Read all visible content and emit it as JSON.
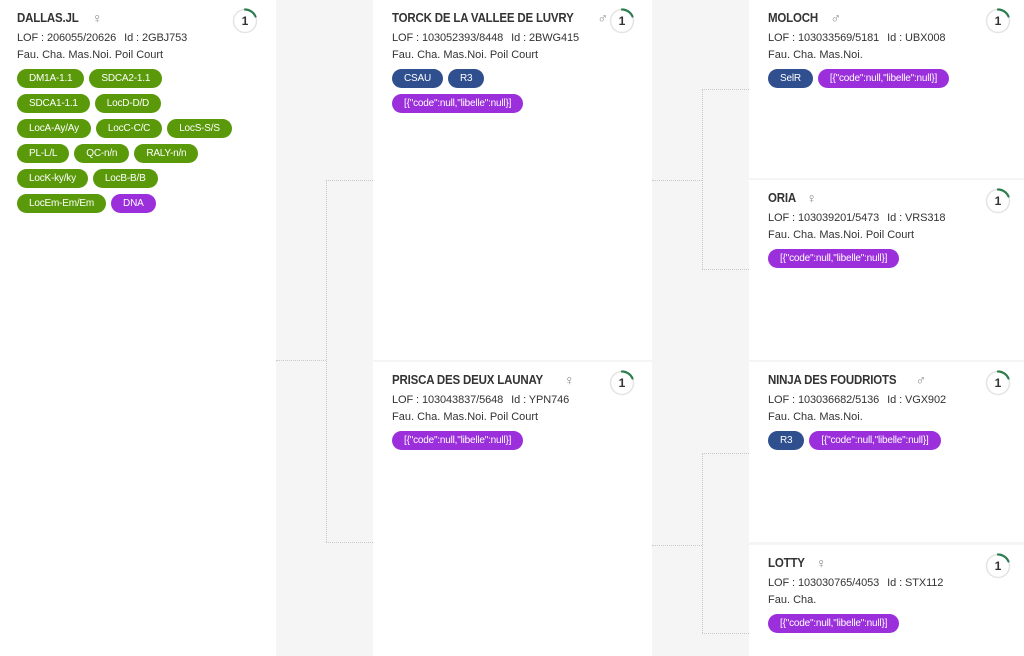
{
  "gauge_color": "#2e7d4f",
  "tag_colors": {
    "green": "#5a9a0a",
    "blue": "#2f4f8f",
    "purple": "#9b2fdc"
  },
  "cards": {
    "dog": {
      "name": "DALLAS.JL",
      "sex": "♀",
      "score": "1",
      "lof": "LOF : 206055/20626",
      "id": "Id : 2GBJ753",
      "desc": "Fau. Cha. Mas.Noi. Poil Court",
      "tags": [
        {
          "label": "DM1A-1.1",
          "color": "green"
        },
        {
          "label": "SDCA2-1.1",
          "color": "green"
        },
        {
          "label": "SDCA1-1.1",
          "color": "green"
        },
        {
          "label": "LocD-D/D",
          "color": "green"
        },
        {
          "label": "LocA-Ay/Ay",
          "color": "green"
        },
        {
          "label": "LocC-C/C",
          "color": "green"
        },
        {
          "label": "LocS-S/S",
          "color": "green"
        },
        {
          "label": "PL-L/L",
          "color": "green"
        },
        {
          "label": "QC-n/n",
          "color": "green"
        },
        {
          "label": "RALY-n/n",
          "color": "green"
        },
        {
          "label": "LocK-ky/ky",
          "color": "green"
        },
        {
          "label": "LocB-B/B",
          "color": "green"
        },
        {
          "label": "LocEm-Em/Em",
          "color": "green"
        },
        {
          "label": "DNA",
          "color": "purple"
        }
      ]
    },
    "sire": {
      "name": "TORCK DE LA VALLEE DE LUVRY",
      "sex": "♂",
      "score": "1",
      "lof": "LOF : 103052393/8448",
      "id": "Id : 2BWG415",
      "desc": "Fau. Cha. Mas.Noi. Poil Court",
      "tags": [
        {
          "label": "CSAU",
          "color": "blue"
        },
        {
          "label": "R3",
          "color": "blue"
        },
        {
          "label": "[{\"code\":null,\"libelle\":null}]",
          "color": "purple"
        }
      ]
    },
    "dam": {
      "name": "PRISCA DES DEUX LAUNAY",
      "sex": "♀",
      "score": "1",
      "lof": "LOF : 103043837/5648",
      "id": "Id : YPN746",
      "desc": "Fau. Cha. Mas.Noi. Poil Court",
      "tags": [
        {
          "label": "[{\"code\":null,\"libelle\":null}]",
          "color": "purple"
        }
      ]
    },
    "sire_sire": {
      "name": "MOLOCH",
      "sex": "♂",
      "score": "1",
      "lof": "LOF : 103033569/5181",
      "id": "Id : UBX008",
      "desc": "Fau. Cha. Mas.Noi.",
      "tags": [
        {
          "label": "SelR",
          "color": "blue"
        },
        {
          "label": "[{\"code\":null,\"libelle\":null}]",
          "color": "purple"
        }
      ]
    },
    "sire_dam": {
      "name": "ORIA",
      "sex": "♀",
      "score": "1",
      "lof": "LOF : 103039201/5473",
      "id": "Id : VRS318",
      "desc": "Fau. Cha. Mas.Noi. Poil Court",
      "tags": [
        {
          "label": "[{\"code\":null,\"libelle\":null}]",
          "color": "purple"
        }
      ]
    },
    "dam_sire": {
      "name": "NINJA DES FOUDRIOTS",
      "sex": "♂",
      "score": "1",
      "lof": "LOF : 103036682/5136",
      "id": "Id : VGX902",
      "desc": "Fau. Cha. Mas.Noi.",
      "tags": [
        {
          "label": "R3",
          "color": "blue"
        },
        {
          "label": "[{\"code\":null,\"libelle\":null}]",
          "color": "purple"
        }
      ]
    },
    "dam_dam": {
      "name": "LOTTY",
      "sex": "♀",
      "score": "1",
      "lof": "LOF : 103030765/4053",
      "id": "Id : STX112",
      "desc": "Fau. Cha.",
      "tags": [
        {
          "label": "[{\"code\":null,\"libelle\":null}]",
          "color": "purple"
        }
      ]
    }
  }
}
